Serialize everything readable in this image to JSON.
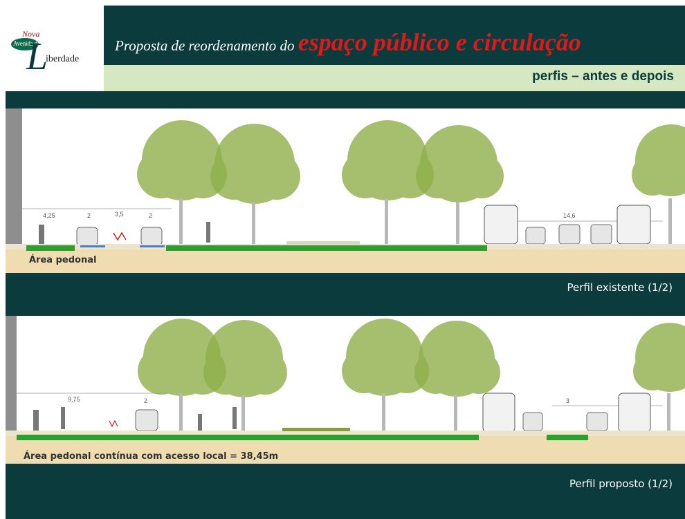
{
  "logo": {
    "nova": "Nova",
    "avenida": "Avenida da",
    "l": "L",
    "iberdade": "iberdade"
  },
  "header": {
    "title_prefix": "Proposta  de reordenamento do ",
    "title_accent": "espaço público e circulação",
    "subtitle": "perfis – antes e depois"
  },
  "profile1": {
    "area_label": "Área pedonal",
    "caption": "Perfil existente (1/2)",
    "dims": [
      "4,25",
      "2",
      "3,5",
      "2",
      "14,6"
    ]
  },
  "profile2": {
    "area_label": "Área pedonal contínua com acesso local = 38,45m",
    "caption": "Perfil proposto  (1/2)",
    "dims": [
      "9,75",
      "2",
      "3"
    ]
  },
  "colors": {
    "dark_teal": "#0b3b3d",
    "light_green": "#d5e8c2",
    "accent_red": "#e01818",
    "green_strip": "#2ca02c",
    "ground": "#efdcb0"
  }
}
